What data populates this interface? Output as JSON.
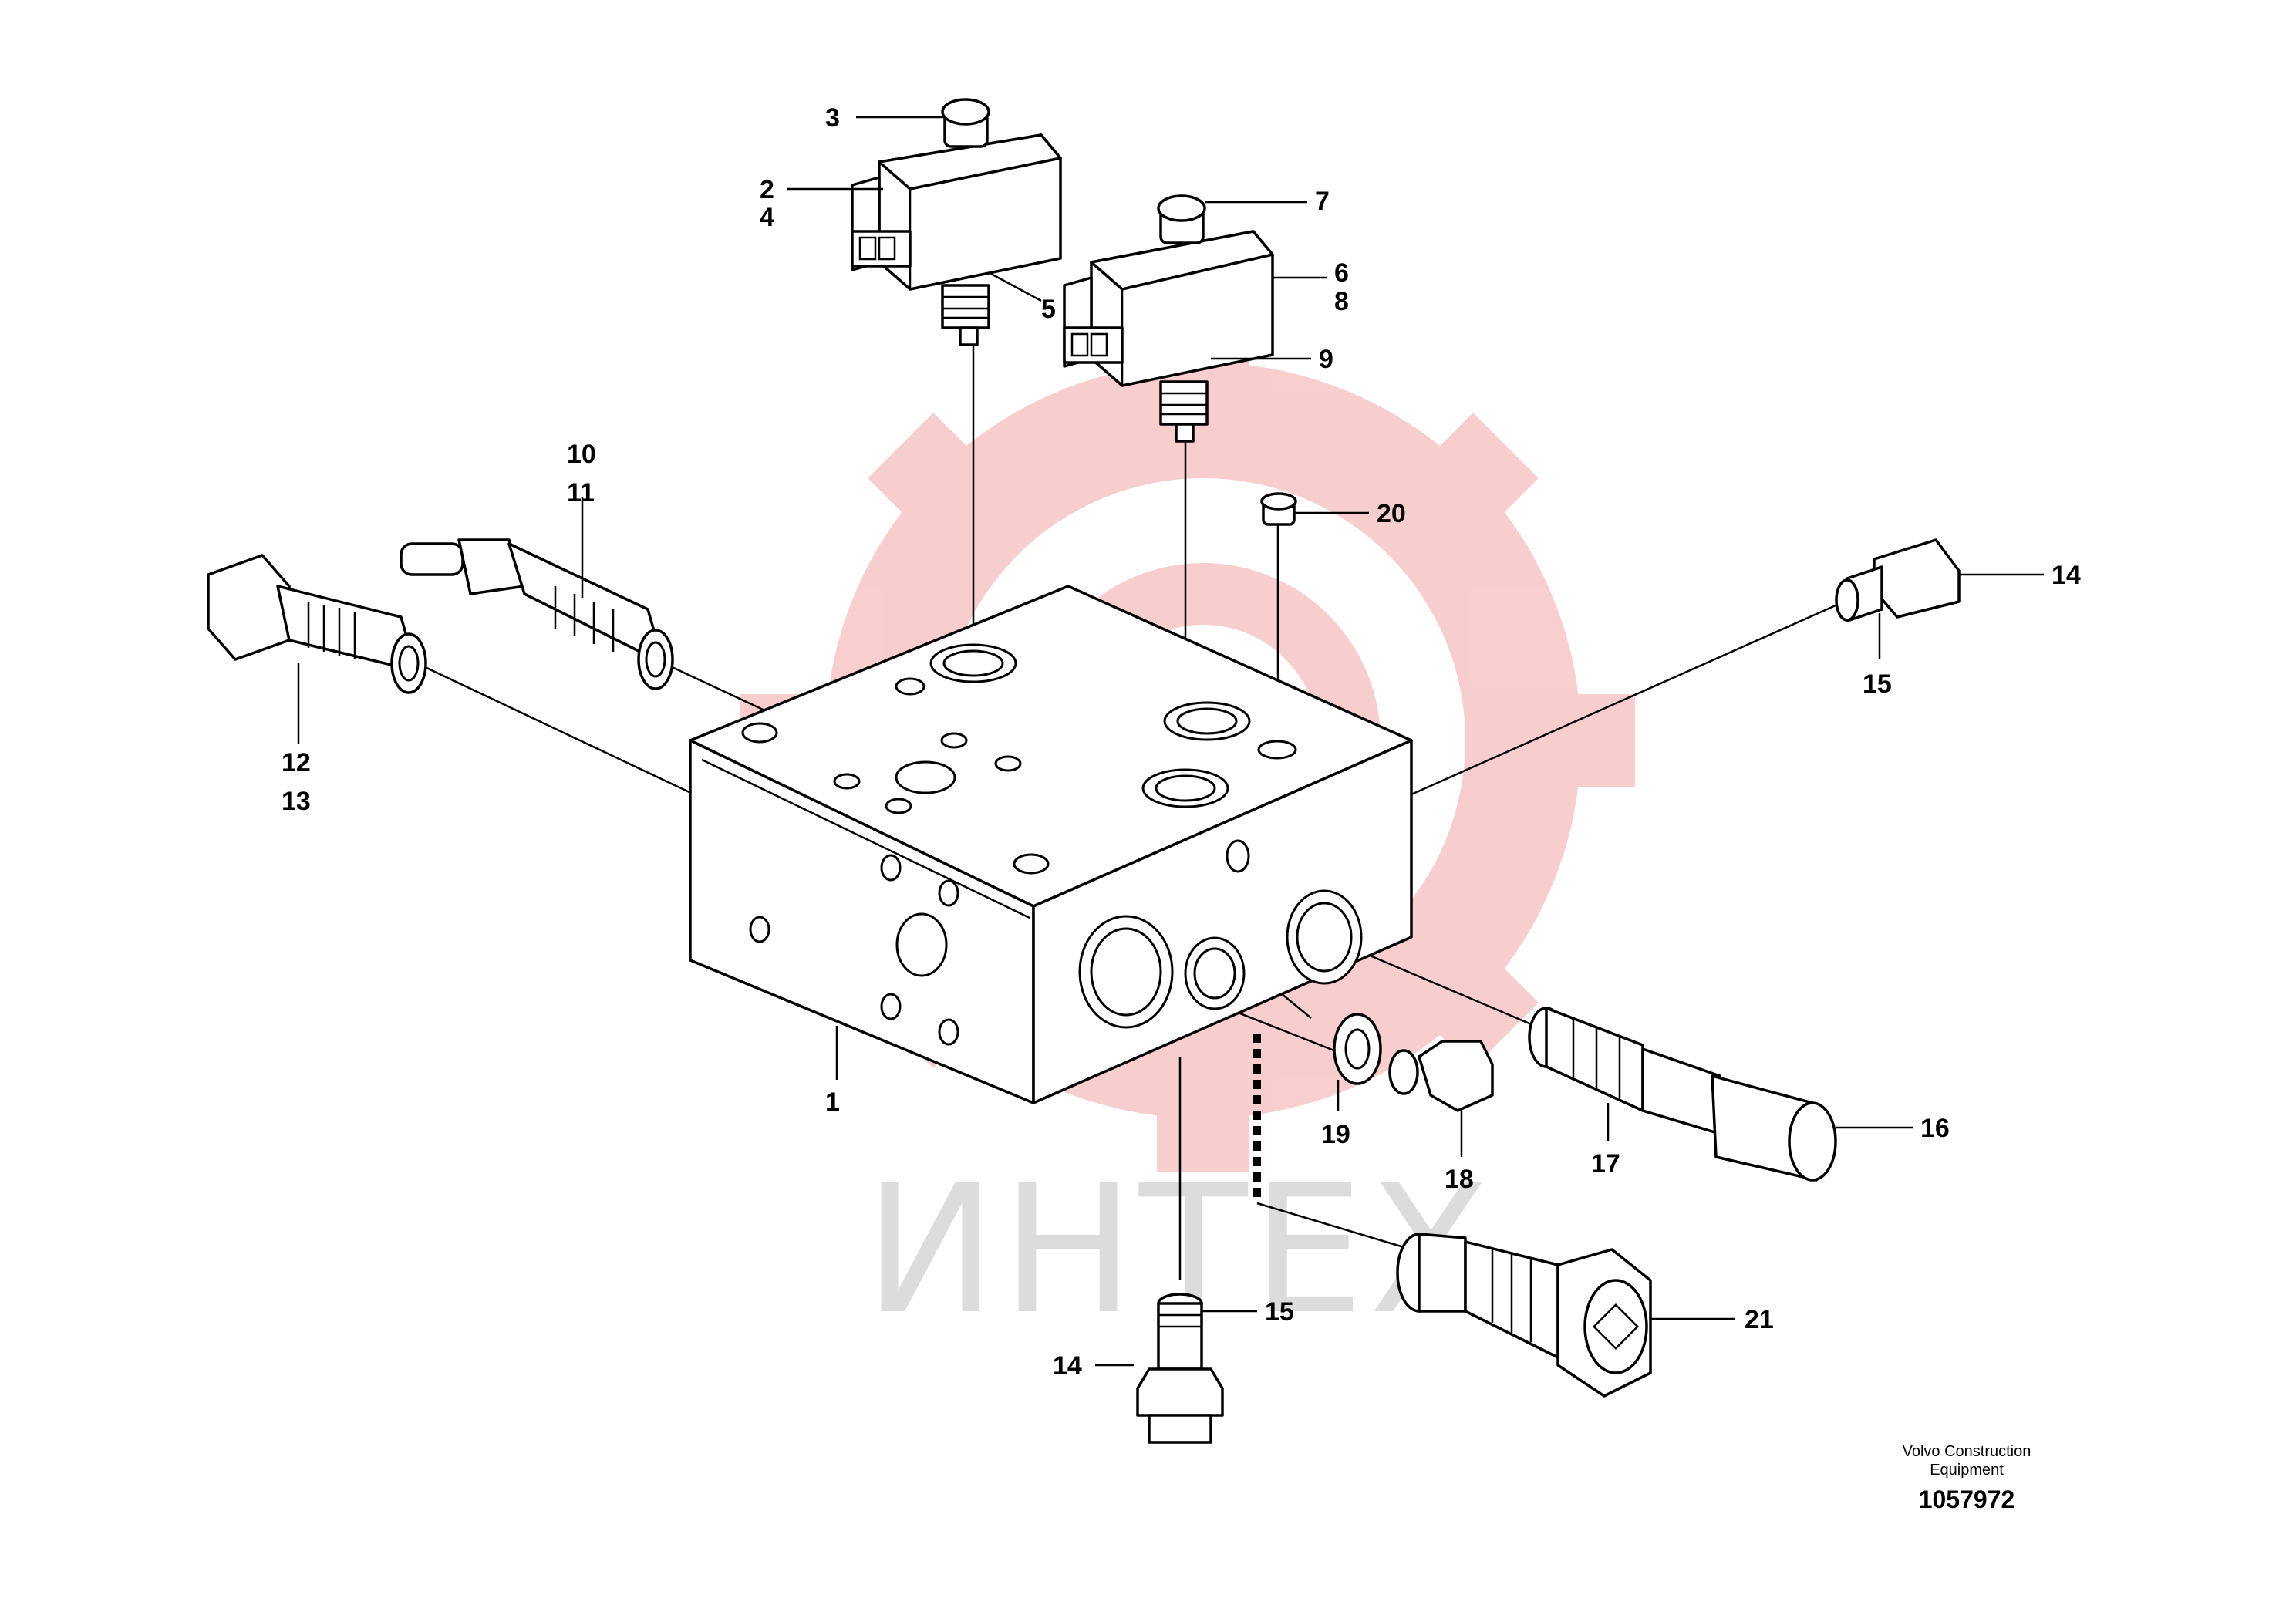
{
  "labels": {
    "l1": "1",
    "l2": "2",
    "l3": "3",
    "l4": "4",
    "l5": "5",
    "l6": "6",
    "l7": "7",
    "l8": "8",
    "l9": "9",
    "l10": "10",
    "l11": "11",
    "l12": "12",
    "l13": "13",
    "l14a": "14",
    "l14b": "14",
    "l15a": "15",
    "l15b": "15",
    "l16": "16",
    "l17": "17",
    "l18": "18",
    "l19": "19",
    "l20": "20",
    "l21": "21"
  },
  "footer": {
    "maker_line1": "Volvo Construction",
    "maker_line2": "Equipment",
    "figure_number": "1057972"
  },
  "watermark": {
    "text": "ИНТЕХ",
    "logo_color": "#f5c4c4",
    "text_color": "#dcdcdc"
  }
}
